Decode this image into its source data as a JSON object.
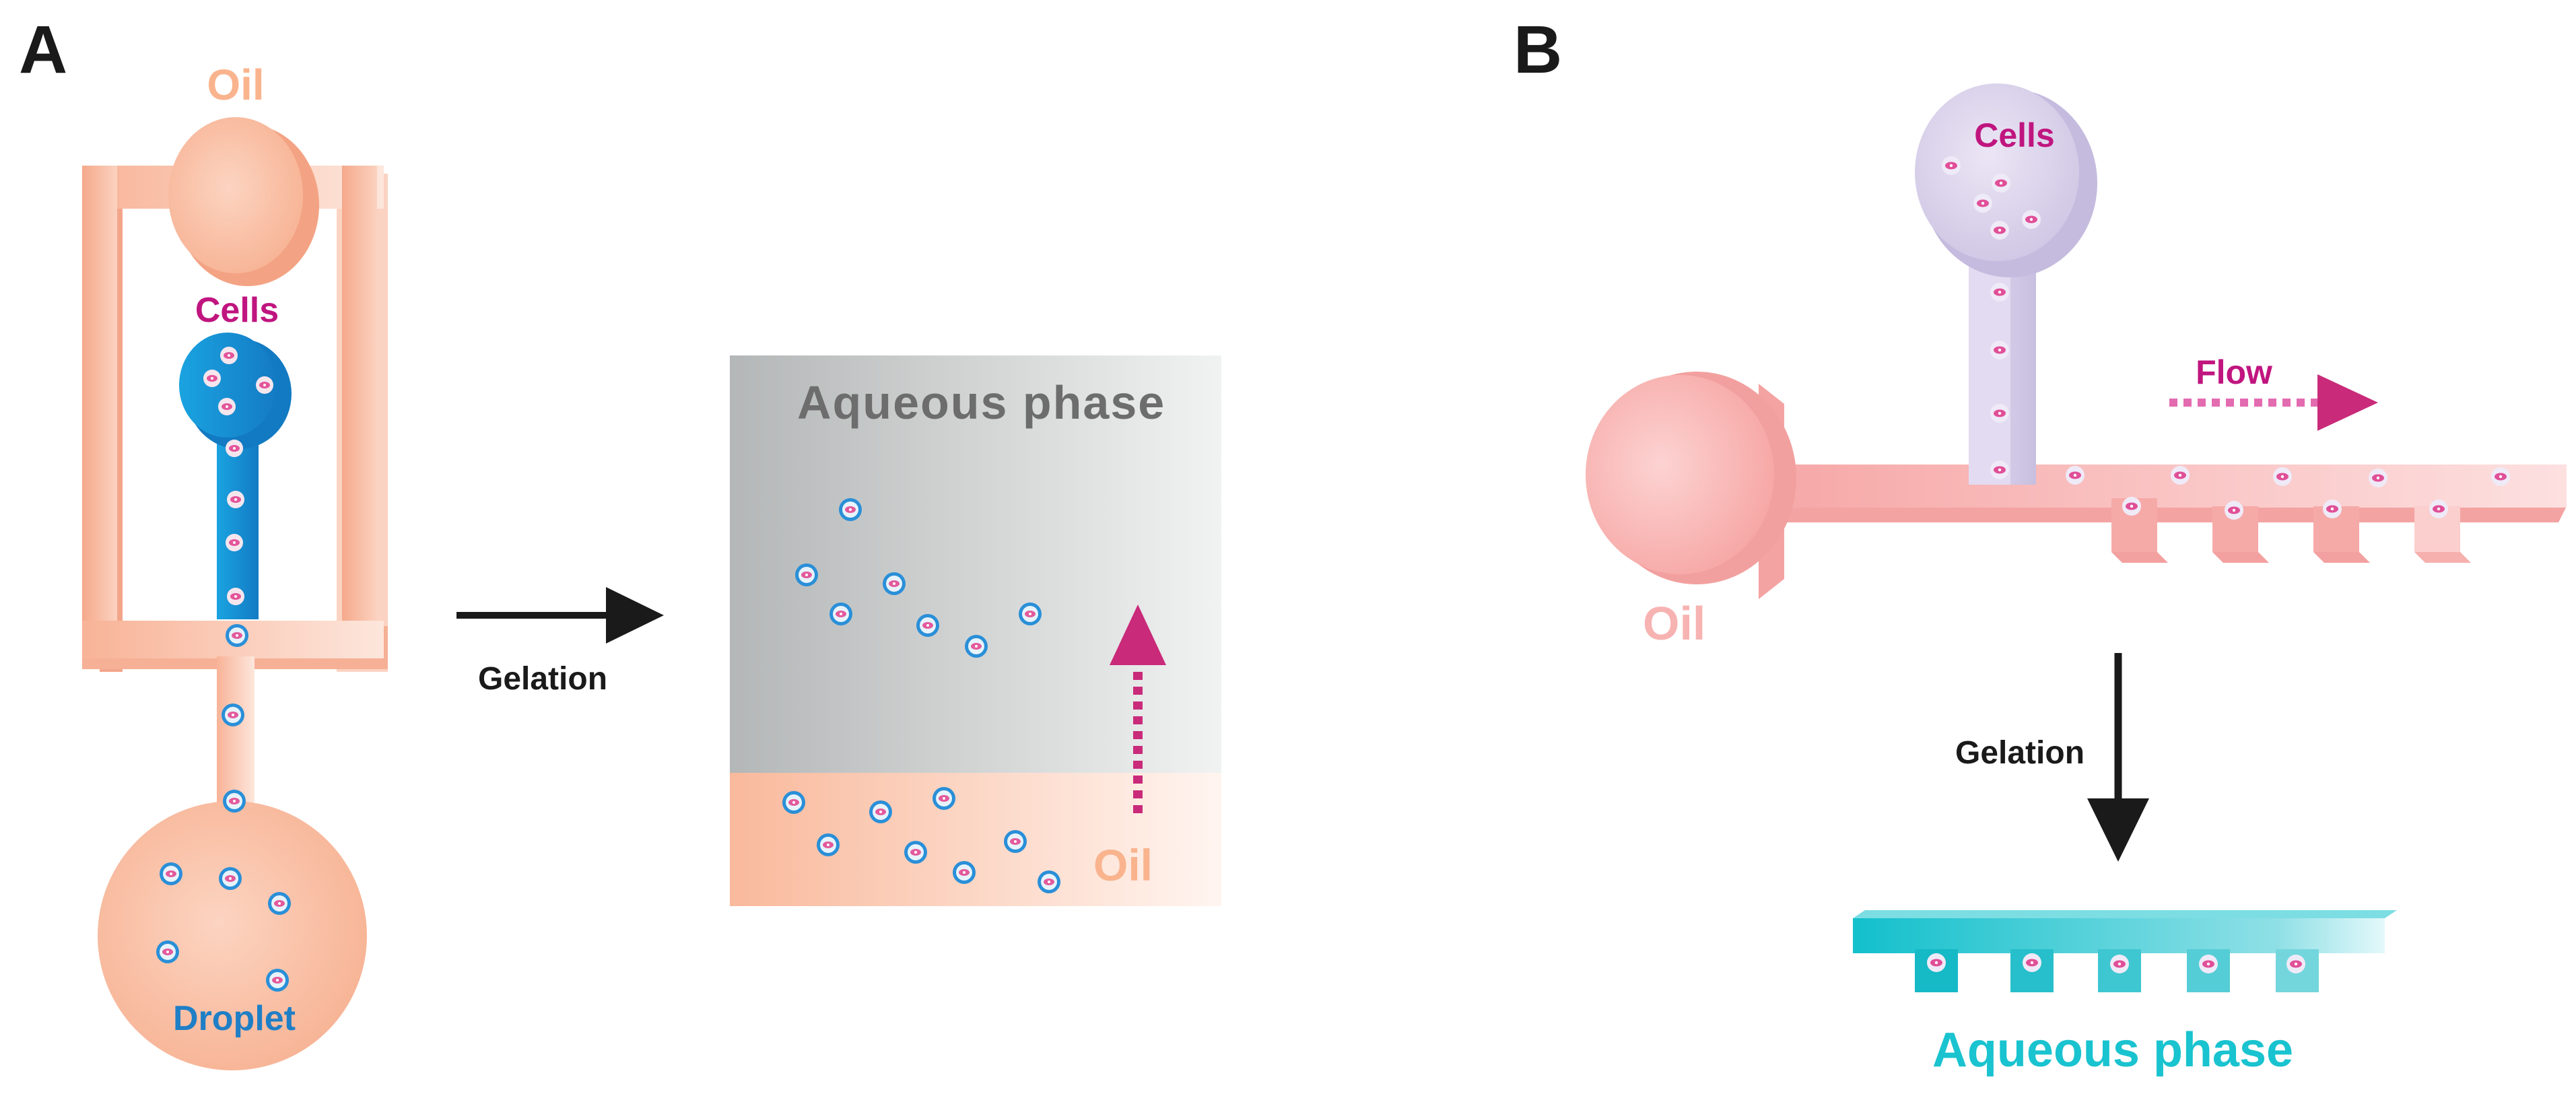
{
  "panel_a": {
    "letter": "A",
    "oil_label": "Oil",
    "cells_label": "Cells",
    "droplet_label": "Droplet",
    "arrow_label": "Gelation",
    "result": {
      "top_label": "Aqueous phase",
      "bottom_label": "Oil"
    }
  },
  "panel_b": {
    "letter": "B",
    "cells_label": "Cells",
    "oil_label": "Oil",
    "flow_label": "Flow",
    "arrow_label": "Gelation",
    "result_label": "Aqueous phase"
  },
  "colors": {
    "oil_peach": "#f9b89a",
    "cells_blue": "#1b8fd6",
    "cells_magenta": "#c0157f",
    "droplet_blue": "#1f7fc6",
    "oil_pink": "#f7aaa8",
    "cells_lavender": "#d8d0ea",
    "flow_magenta": "#c92a7a",
    "aqueous_cyan": "#19c3cf",
    "aqueous_gray": "#b9bcbc"
  }
}
